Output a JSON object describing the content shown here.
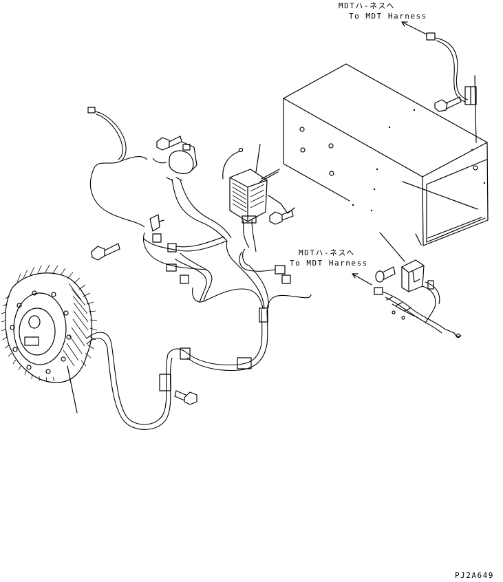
{
  "labels": {
    "top_jp": "MDTハ-ネスヘ",
    "top_en": "To MDT Harness",
    "mid_jp": "MDTハ-ネスヘ",
    "mid_en": "To MDT Harness",
    "drawing_no": "PJ2A649"
  },
  "colors": {
    "ink": "#000000",
    "paper": "#ffffff"
  }
}
